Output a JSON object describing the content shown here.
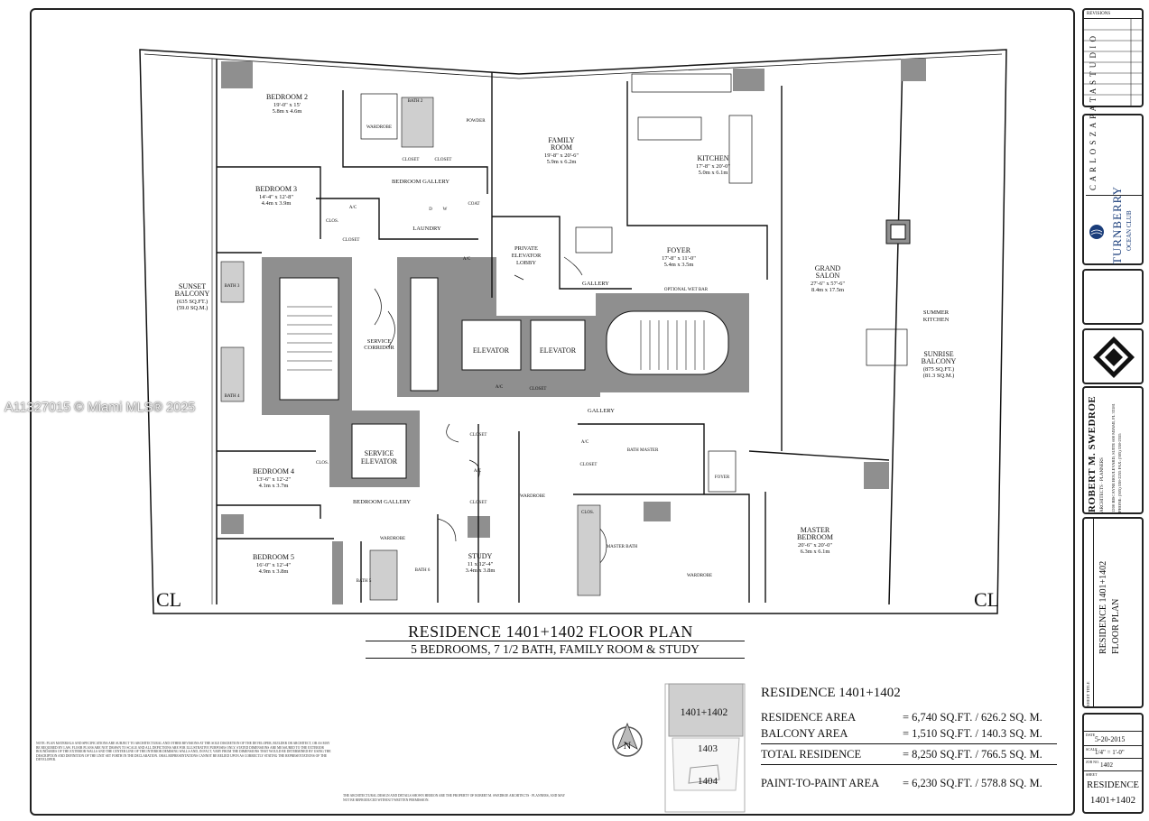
{
  "watermark": "A11327015 © Miami MLS® 2025",
  "title": {
    "main": "RESIDENCE 1401+1402 FLOOR PLAN",
    "sub": "5 BEDROOMS, 7 1/2 BATH, FAMILY ROOM & STUDY"
  },
  "rooms": {
    "bedroom2": {
      "name": "BEDROOM 2",
      "dims": "19'-0\" x 15'",
      "metric": "5.8m x 4.6m"
    },
    "bedroom3": {
      "name": "BEDROOM 3",
      "dims": "14'-4\" x 12'-8\"",
      "metric": "4.4m x 3.9m"
    },
    "bedroom4": {
      "name": "BEDROOM 4",
      "dims": "13'-6\" x 12'-2\"",
      "metric": "4.1m x 3.7m"
    },
    "bedroom5": {
      "name": "BEDROOM 5",
      "dims": "16'-0\" x 12'-4\"",
      "metric": "4.9m x 3.8m"
    },
    "family": {
      "name1": "FAMILY",
      "name2": "ROOM",
      "dims": "19'-8\" x 20'-6\"",
      "metric": "5.9m x 6.2m"
    },
    "kitchen": {
      "name": "KITCHEN",
      "dims": "17'-8\" x 20'-0\"",
      "metric": "5.0m x 6.1m"
    },
    "foyer": {
      "name": "FOYER",
      "dims": "17'-8\" x 11'-0\"",
      "metric": "5.4m x 3.5m"
    },
    "grand_salon": {
      "name1": "GRAND",
      "name2": "SALON",
      "dims": "27'-6\" x 57'-6\"",
      "metric": "8.4m x 17.5m"
    },
    "master_bedroom": {
      "name1": "MASTER",
      "name2": "BEDROOM",
      "dims": "20'-6\" x 20'-0\"",
      "metric": "6.3m x 6.1m"
    },
    "study": {
      "name": "STUDY",
      "dims": "11 x 12'-4\"",
      "metric": "3.4m x 3.8m"
    },
    "sunset": {
      "name1": "SUNSET",
      "name2": "BALCONY",
      "sqft": "(635 SQ.FT.)",
      "sqm": "(59.0 SQ.M.)"
    },
    "sunrise": {
      "name1": "SUNRISE",
      "name2": "BALCONY",
      "sqft": "(875 SQ.FT.)",
      "sqm": "(81.3 SQ.M.)"
    },
    "summer_kitchen": {
      "name1": "SUMMER",
      "name2": "KITCHEN"
    },
    "private_elevator": {
      "l1": "PRIVATE",
      "l2": "ELEVATOR",
      "l3": "LOBBY"
    },
    "service_corridor": {
      "l1": "SERVICE",
      "l2": "CORRIDOR"
    },
    "service_elevator": {
      "l1": "SERVICE",
      "l2": "ELEVATOR"
    },
    "elevator": "ELEVATOR",
    "laundry": "LAUNDRY",
    "bedroom_gallery": "BEDROOM GALLERY",
    "gallery": "GALLERY",
    "wardrobe": "WARDROBE",
    "closet": "CLOSET",
    "powder": "POWDER",
    "coat": "COAT",
    "foyer2": "FOYER",
    "bath_master": "BATH MASTER",
    "master_bath": "MASTER BATH",
    "bath5": "BATH 5",
    "bath6": "BATH 6",
    "bath3": "BATH 3",
    "bath4": "BATH 4",
    "bath2": "BATH 2",
    "optional_wet_bar": "OPTIONAL WET BAR",
    "clos": "CLOS.",
    "ac": "A/C",
    "d": "D",
    "w": "W",
    "centerline": "CL"
  },
  "legend": {
    "heading": "RESIDENCE 1401+1402",
    "units": [
      "1401+1402",
      "1403",
      "1404"
    ],
    "rows": [
      {
        "label": "RESIDENCE AREA",
        "value": "= 6,740 SQ.FT. / 626.2 SQ. M."
      },
      {
        "label": "BALCONY AREA",
        "value": "= 1,510 SQ.FT. / 140.3 SQ. M."
      },
      {
        "label": "TOTAL RESIDENCE",
        "value": "= 8,250 SQ.FT. / 766.5 SQ. M."
      },
      {
        "label": "PAINT-TO-PAINT AREA",
        "value": "= 6,230 SQ.FT. /  578.8 SQ. M."
      }
    ],
    "north": "N"
  },
  "sidebar": {
    "architect_name": "ROBERT M. SWEDROE",
    "architect_sub": "ARCHITECTS · PLANNERS",
    "architect_addr": "1200 BISCAYNE BOULEVARD, SUITE 600   MIAMI, FL 33181   PHONE: (305) 538-2255   FAX: (305) 538-2555",
    "brand": "TURNBERRY",
    "brand_sub": "OCEAN CLUB",
    "designer": "C A R L O S  Z A P A T A  S T U D I O",
    "sheet_title1": "RESIDENCE 1401+1402",
    "sheet_title2": "FLOOR PLAN",
    "sheet_label": "SHEET TITLE",
    "date_label": "DATE",
    "date": "5-20-2015",
    "scale_label": "SCALE",
    "scale": "1/4\" = 1'-0\"",
    "job_label": "JOB NO.",
    "job": "1402",
    "sheet_no_label": "SHEET",
    "sheet_no1": "RESIDENCE",
    "sheet_no2": "1401+1402",
    "revisions": "REVISIONS"
  },
  "notes": "NOTE: PLAN MATERIALS AND SPECIFICATIONS ARE SUBJECT TO ARCHITECTURAL AND OTHER REVISIONS AT THE SOLE DISCRETION OF THE DEVELOPER, BUILDER OR ARCHITECT, OR AS MAY BE REQUIRED BY LAW. FLOOR PLANS ARE NOT DRAWN TO SCALE AND ALL DEPICTIONS ARE FOR ILLUSTRATIVE PURPOSES ONLY. STATED DIMENSIONS ARE MEASURED TO THE EXTERIOR BOUNDARIES OF THE EXTERIOR WALLS AND THE CENTER LINE OF THE INTERIOR DEMISING WALLS AND, IN FACT, VARY FROM THE DIMENSIONS THAT WOULD BE DETERMINED BY USING THE DESCRIPTION AND DEFINITION OF THE UNIT SET FORTH IN THE DECLARATION. ORAL REPRESENTATIONS CANNOT BE RELIED UPON AS CORRECTLY STATING THE REPRESENTATIONS OF THE DEVELOPER.",
  "copyright": "THE ARCHITECTURAL DESIGN AND DETAILS SHOWN HEREON ARE THE PROPERTY OF ROBERT M. SWEDROE ARCHITECTS · PLANNERS, AND MAY NOT BE REPRODUCED WITHOUT WRITTEN PERMISSION.",
  "colors": {
    "wall_core": "#8f8f8f",
    "ink": "#111111",
    "legend_highlight": "#cfcfcf"
  }
}
